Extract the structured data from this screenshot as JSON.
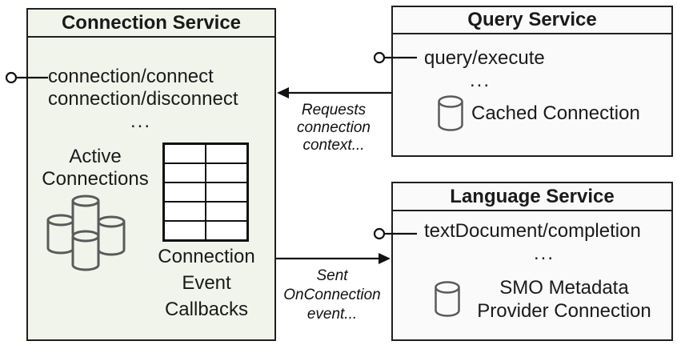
{
  "colors": {
    "connection_box_fill": "#f1f4ea",
    "service_box_fill": "#fafafa",
    "box_border": "#1f1f1f",
    "database_icon_stroke": "#5a5a5a",
    "arrow_color": "#111111"
  },
  "connection_service": {
    "title": "Connection Service",
    "method_1": "connection/connect",
    "method_2": "connection/disconnect",
    "ellipsis": "...",
    "active_label_line1": "Active",
    "active_label_line2": "Connections",
    "callbacks_line1": "Connection",
    "callbacks_line2": "Event",
    "callbacks_line3": "Callbacks"
  },
  "query_service": {
    "title": "Query Service",
    "method": "query/execute",
    "ellipsis": "...",
    "connection_label": "Cached Connection"
  },
  "language_service": {
    "title": "Language Service",
    "method": "textDocument/completion",
    "ellipsis": "...",
    "connection_label_line1": "SMO Metadata",
    "connection_label_line2": "Provider Connection"
  },
  "arrows": {
    "requests_line1": "Requests",
    "requests_line2": "connection",
    "requests_line3": "context...",
    "sent_line1": "Sent",
    "sent_line2": "OnConnection",
    "sent_line3": "event..."
  }
}
